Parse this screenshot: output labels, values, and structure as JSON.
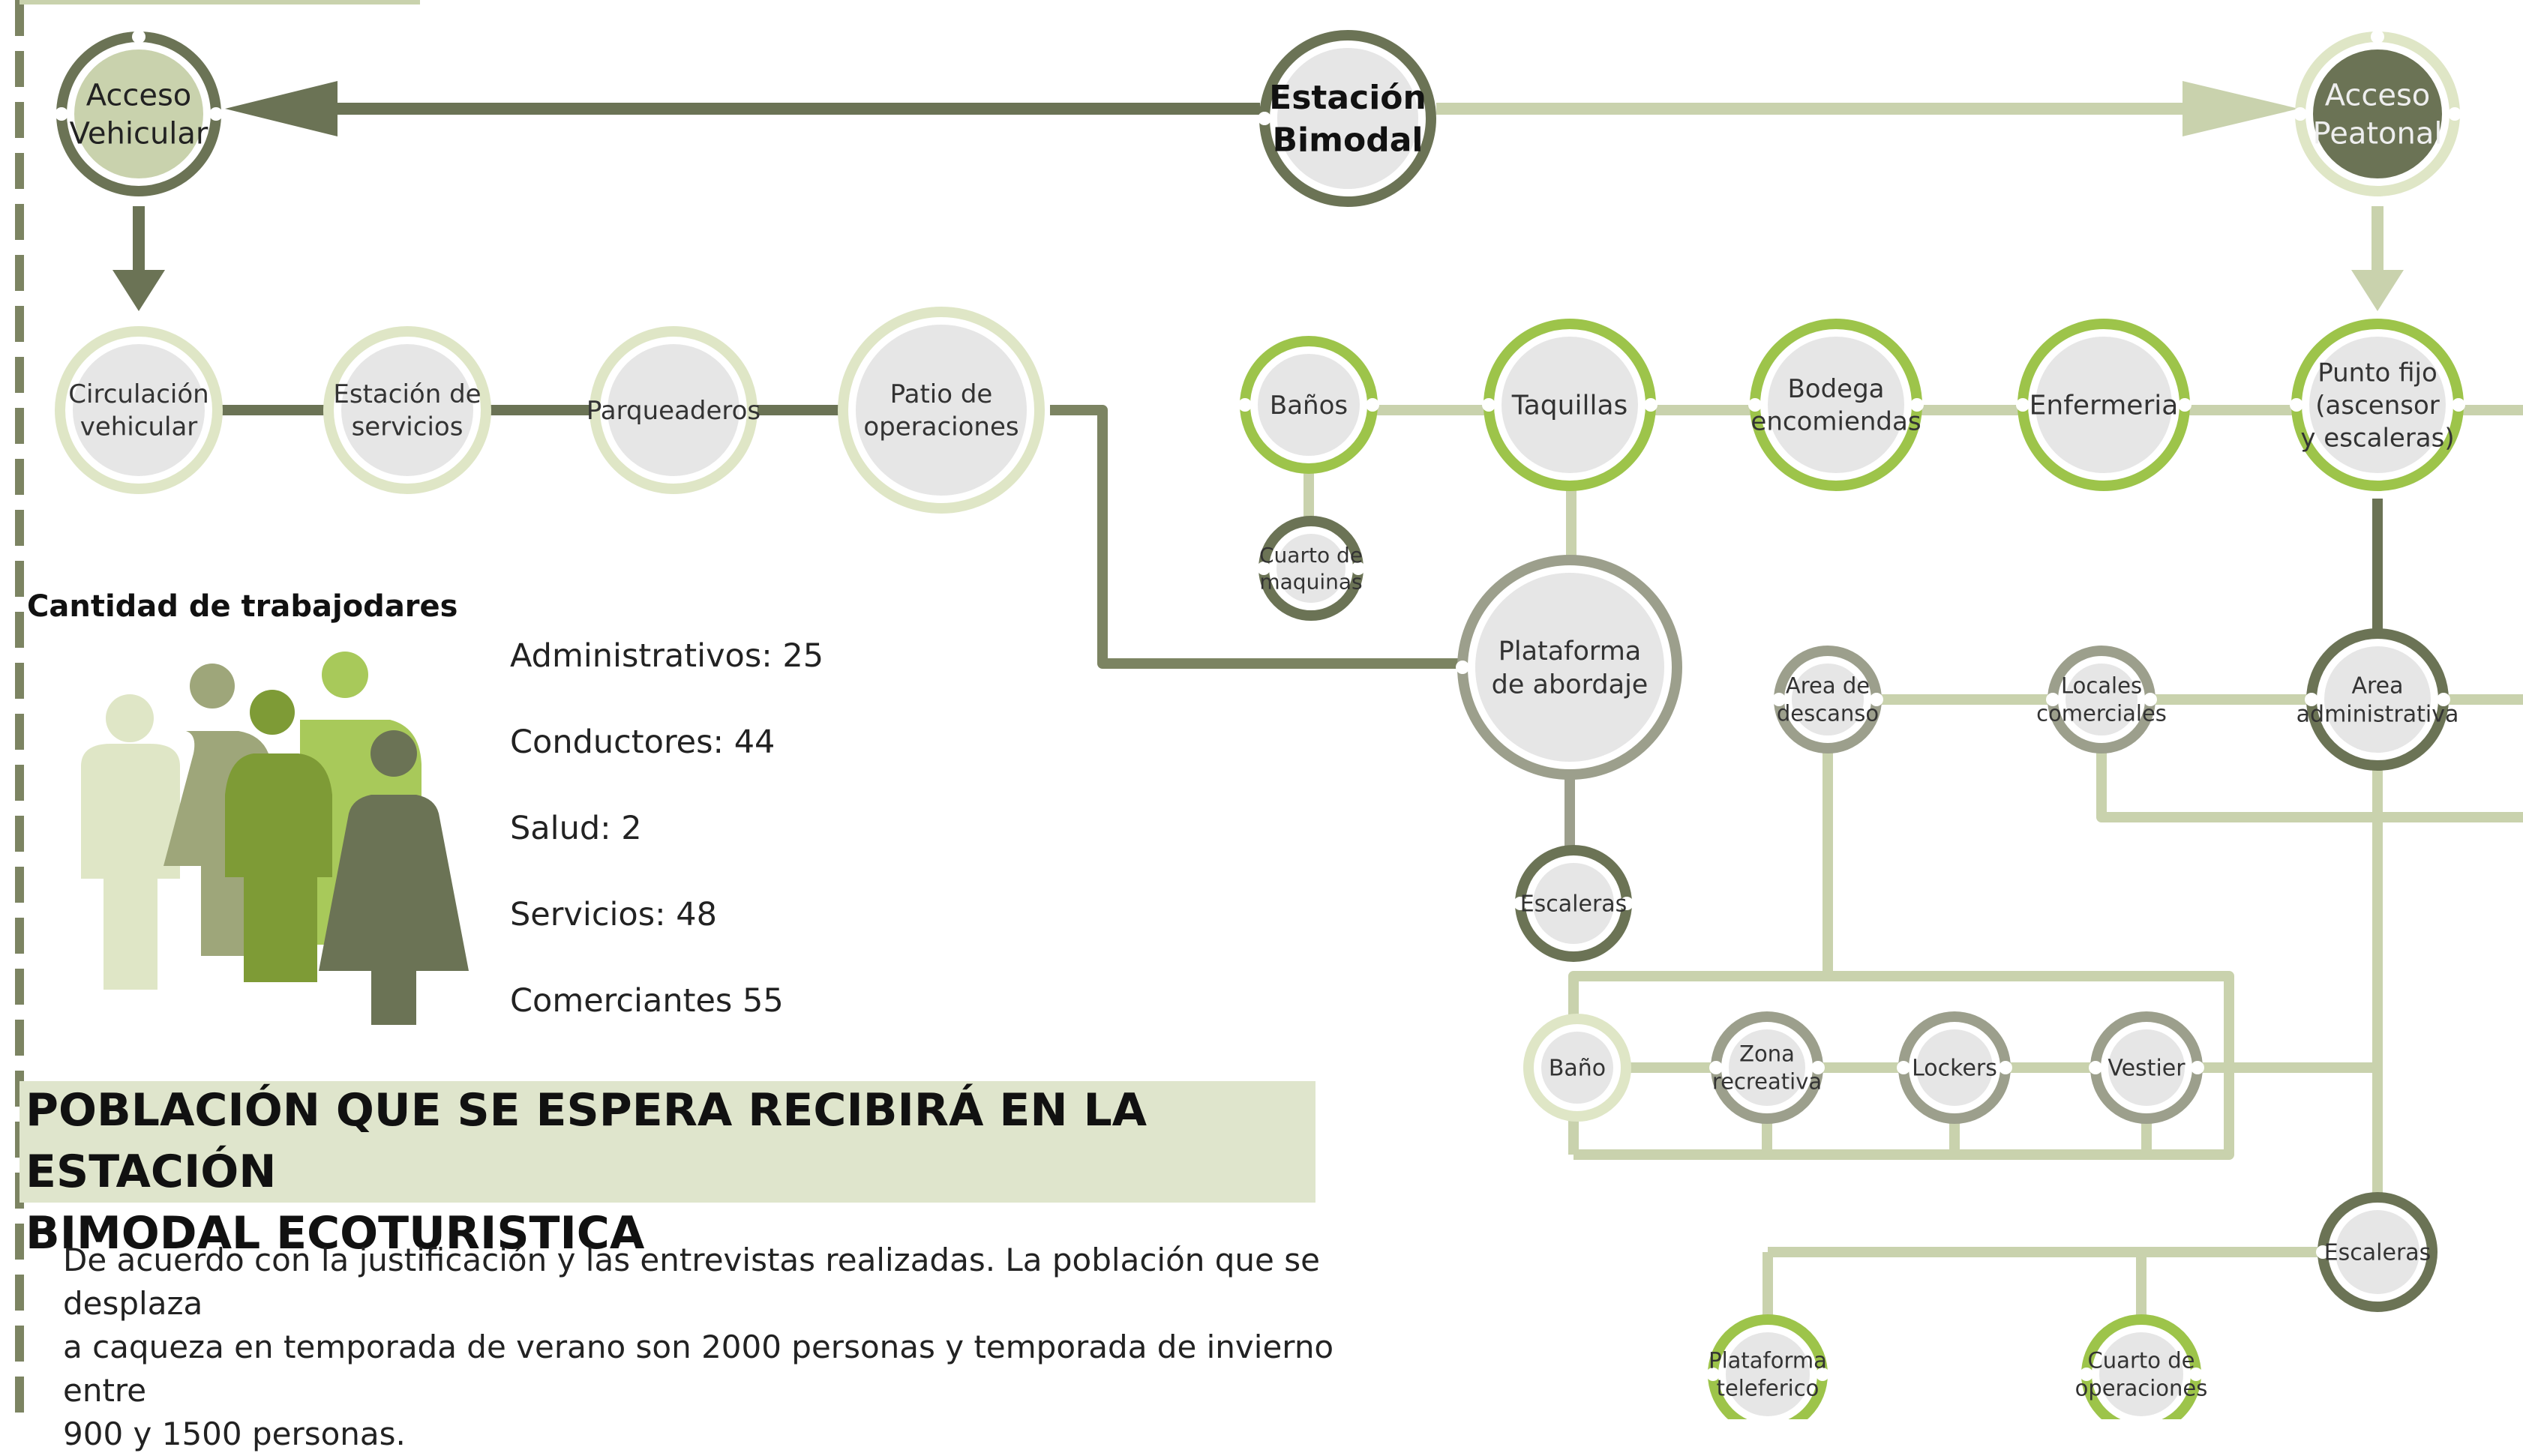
{
  "colors": {
    "dark_olive": "#6b7355",
    "light_sage": "#c9d2ad",
    "lime": "#9dc44a",
    "pale": "#dfe6c6",
    "fill_grey": "#e6e6e6",
    "mid_grey": "#9c9f8c"
  },
  "nodes": {
    "estacion": [
      "Estación",
      "Bimodal"
    ],
    "acceso_vehicular": [
      "Acceso",
      "Vehicular"
    ],
    "acceso_peatonal": [
      "Acceso",
      "Peatonal"
    ],
    "circulacion": [
      "Circulación",
      "vehicular"
    ],
    "estacion_servicios": [
      "Estación de",
      "servicios"
    ],
    "parqueaderos": [
      "Parqueaderos"
    ],
    "patio": [
      "Patio de",
      "operaciones"
    ],
    "banos": [
      "Baños"
    ],
    "taquillas": [
      "Taquillas"
    ],
    "bodega": [
      "Bodega",
      "encomiendas"
    ],
    "enfermeria": [
      "Enfermeria"
    ],
    "punto_fijo": [
      "Punto fijo",
      "(ascensor",
      "y escaleras)"
    ],
    "cuarto_maquinas": [
      "Cuarto de",
      "maquinas"
    ],
    "plataforma_abordaje": [
      "Plataforma",
      "de abordaje"
    ],
    "area_descanso": [
      "Area de",
      "descanso"
    ],
    "locales": [
      "Locales",
      "comerciales"
    ],
    "area_admin": [
      "Area",
      "administrativa"
    ],
    "escaleras_1": [
      "Escaleras"
    ],
    "bano": [
      "Baño"
    ],
    "zona_recreativa": [
      "Zona",
      "recreativa"
    ],
    "lockers": [
      "Lockers"
    ],
    "vestier": [
      "Vestier"
    ],
    "escaleras_2": [
      "Escaleras"
    ],
    "plataforma_teleferico": [
      "Plataforma",
      "teleferico"
    ],
    "cuarto_operaciones": [
      "Cuarto de",
      "operaciones"
    ]
  },
  "workers": {
    "heading": "Cantidad de trabajodares",
    "items": [
      "Administrativos: 25",
      "Conductores: 44",
      "Salud: 2",
      "Servicios: 48",
      "Comerciantes 55"
    ]
  },
  "population": {
    "title_line1": "POBLACIÓN QUE SE ESPERA RECIBIRÁ EN LA ESTACIÓN",
    "title_line2": "BIMODAL ECOTURISTICA",
    "text_lines": [
      "De acuerdo con la justificación y las entrevistas realizadas. La población que se desplaza",
      "a caqueza en temporada de verano son 2000 personas y temporada de invierno entre",
      "900 y 1500 personas."
    ]
  }
}
